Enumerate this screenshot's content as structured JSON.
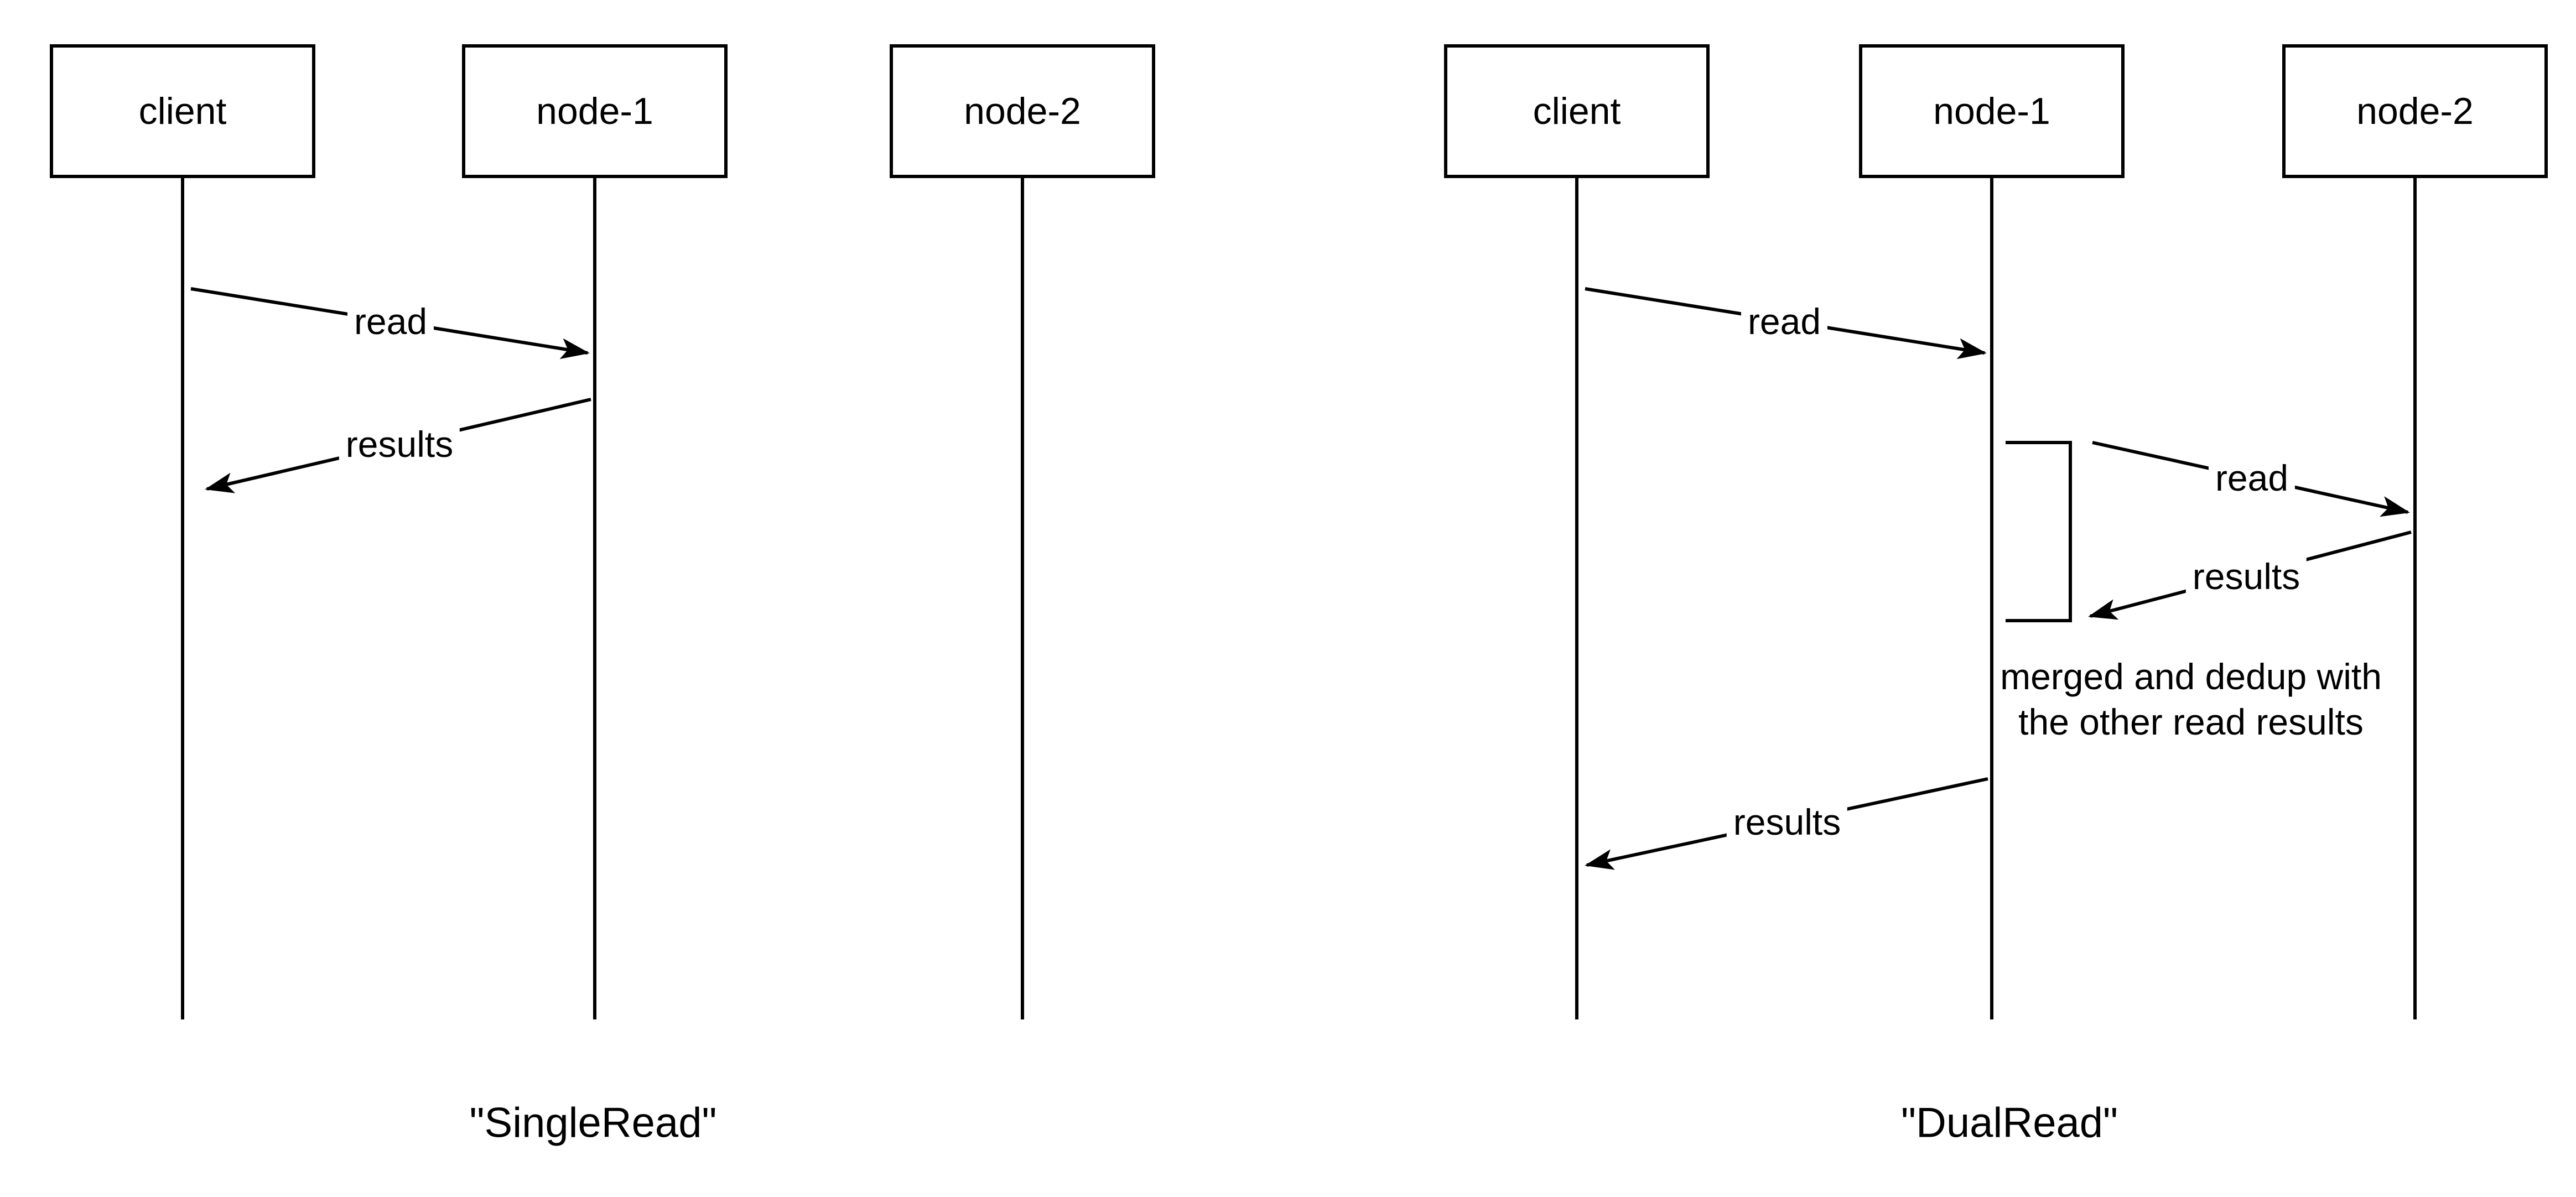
{
  "page": {
    "background_color": "#ffffff",
    "line_color": "#000000"
  },
  "diagrams": [
    {
      "name": "single-read",
      "caption": "\"SingleRead\"",
      "actors": [
        "client",
        "node-1",
        "node-2"
      ],
      "messages": [
        {
          "from": "client",
          "to": "node-1",
          "label": "read"
        },
        {
          "from": "node-1",
          "to": "client",
          "label": "results"
        }
      ]
    },
    {
      "name": "dual-read",
      "caption": "\"DualRead\"",
      "actors": [
        "client",
        "node-1",
        "node-2"
      ],
      "messages": [
        {
          "from": "client",
          "to": "node-1",
          "label": "read"
        },
        {
          "from": "node-1",
          "to": "node-2",
          "label": "read"
        },
        {
          "from": "node-2",
          "to": "node-1",
          "label": "results"
        },
        {
          "from": "node-1",
          "to": "client",
          "label": "results"
        }
      ],
      "note_lines": [
        "merged and dedup with",
        "the other read results"
      ]
    }
  ]
}
